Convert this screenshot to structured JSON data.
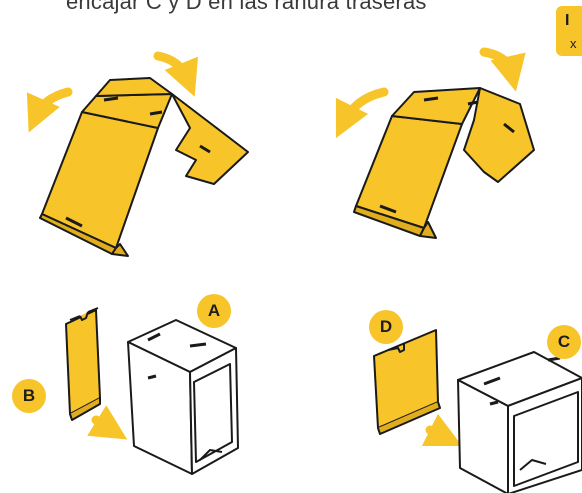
{
  "heading": "encajar C y D en las ranura traseras",
  "corner_tag": {
    "line1": "I",
    "line2": "x"
  },
  "labels": {
    "a": "A",
    "b": "B",
    "c": "C",
    "d": "D"
  },
  "colors": {
    "accent": "#F7C42A",
    "outline": "#1A1A1A",
    "arrow": "#F7C42A",
    "background": "#FFFFFF"
  }
}
